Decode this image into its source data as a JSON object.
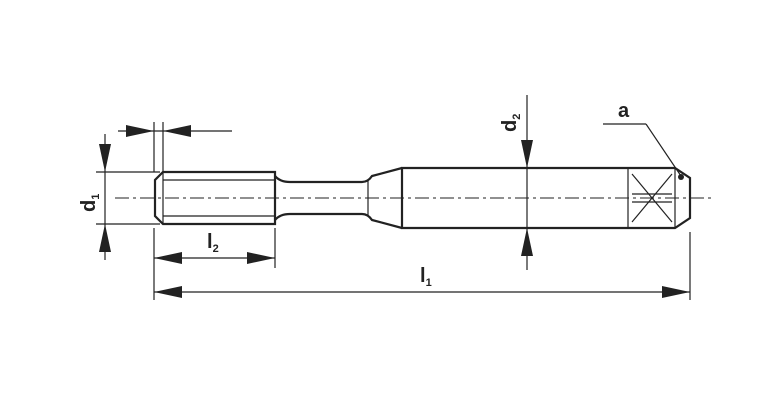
{
  "labels": {
    "d1": {
      "main": "d",
      "sub": "1"
    },
    "d2": {
      "main": "d",
      "sub": "2"
    },
    "l1": {
      "main": "l",
      "sub": "1"
    },
    "l2": {
      "main": "l",
      "sub": "2"
    },
    "a": {
      "main": "a"
    }
  }
}
